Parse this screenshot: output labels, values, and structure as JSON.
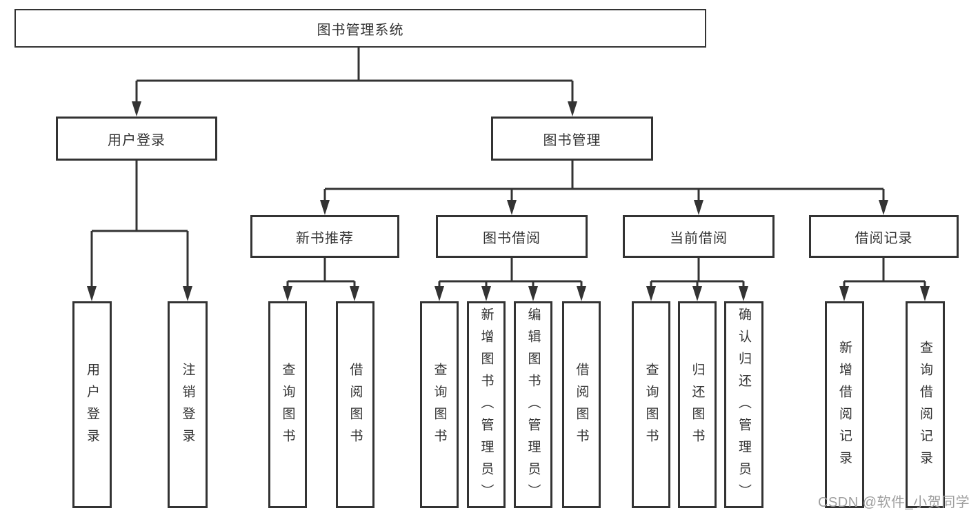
{
  "diagram": {
    "title": "图书管理系统",
    "type": "hierarchy-tree",
    "colors": {
      "line": "#333333",
      "text": "#333333",
      "box_background": "#ffffff",
      "watermark": "#9e9e9e",
      "background": "#ffffff"
    },
    "tree": {
      "root": {
        "label": "图书管理系统"
      },
      "branches": [
        {
          "label": "用户登录",
          "children": [
            {
              "label": "用户登录"
            },
            {
              "label": "注销登录"
            }
          ]
        },
        {
          "label": "图书管理",
          "children": [
            {
              "label": "新书推荐",
              "children": [
                {
                  "label": "查询图书"
                },
                {
                  "label": "借阅图书"
                }
              ]
            },
            {
              "label": "图书借阅",
              "children": [
                {
                  "label": "查询图书"
                },
                {
                  "label": "新增图书（管理员）"
                },
                {
                  "label": "编辑图书（管理员）"
                },
                {
                  "label": "借阅图书"
                }
              ]
            },
            {
              "label": "当前借阅",
              "children": [
                {
                  "label": "查询图书"
                },
                {
                  "label": "归还图书"
                },
                {
                  "label": "确认归还（管理员）"
                }
              ]
            },
            {
              "label": "借阅记录",
              "children": [
                {
                  "label": "新增借阅记录"
                },
                {
                  "label": "查询借阅记录"
                }
              ]
            }
          ]
        }
      ]
    },
    "watermark": {
      "text": "CSDN @软件_小贺同学"
    }
  }
}
